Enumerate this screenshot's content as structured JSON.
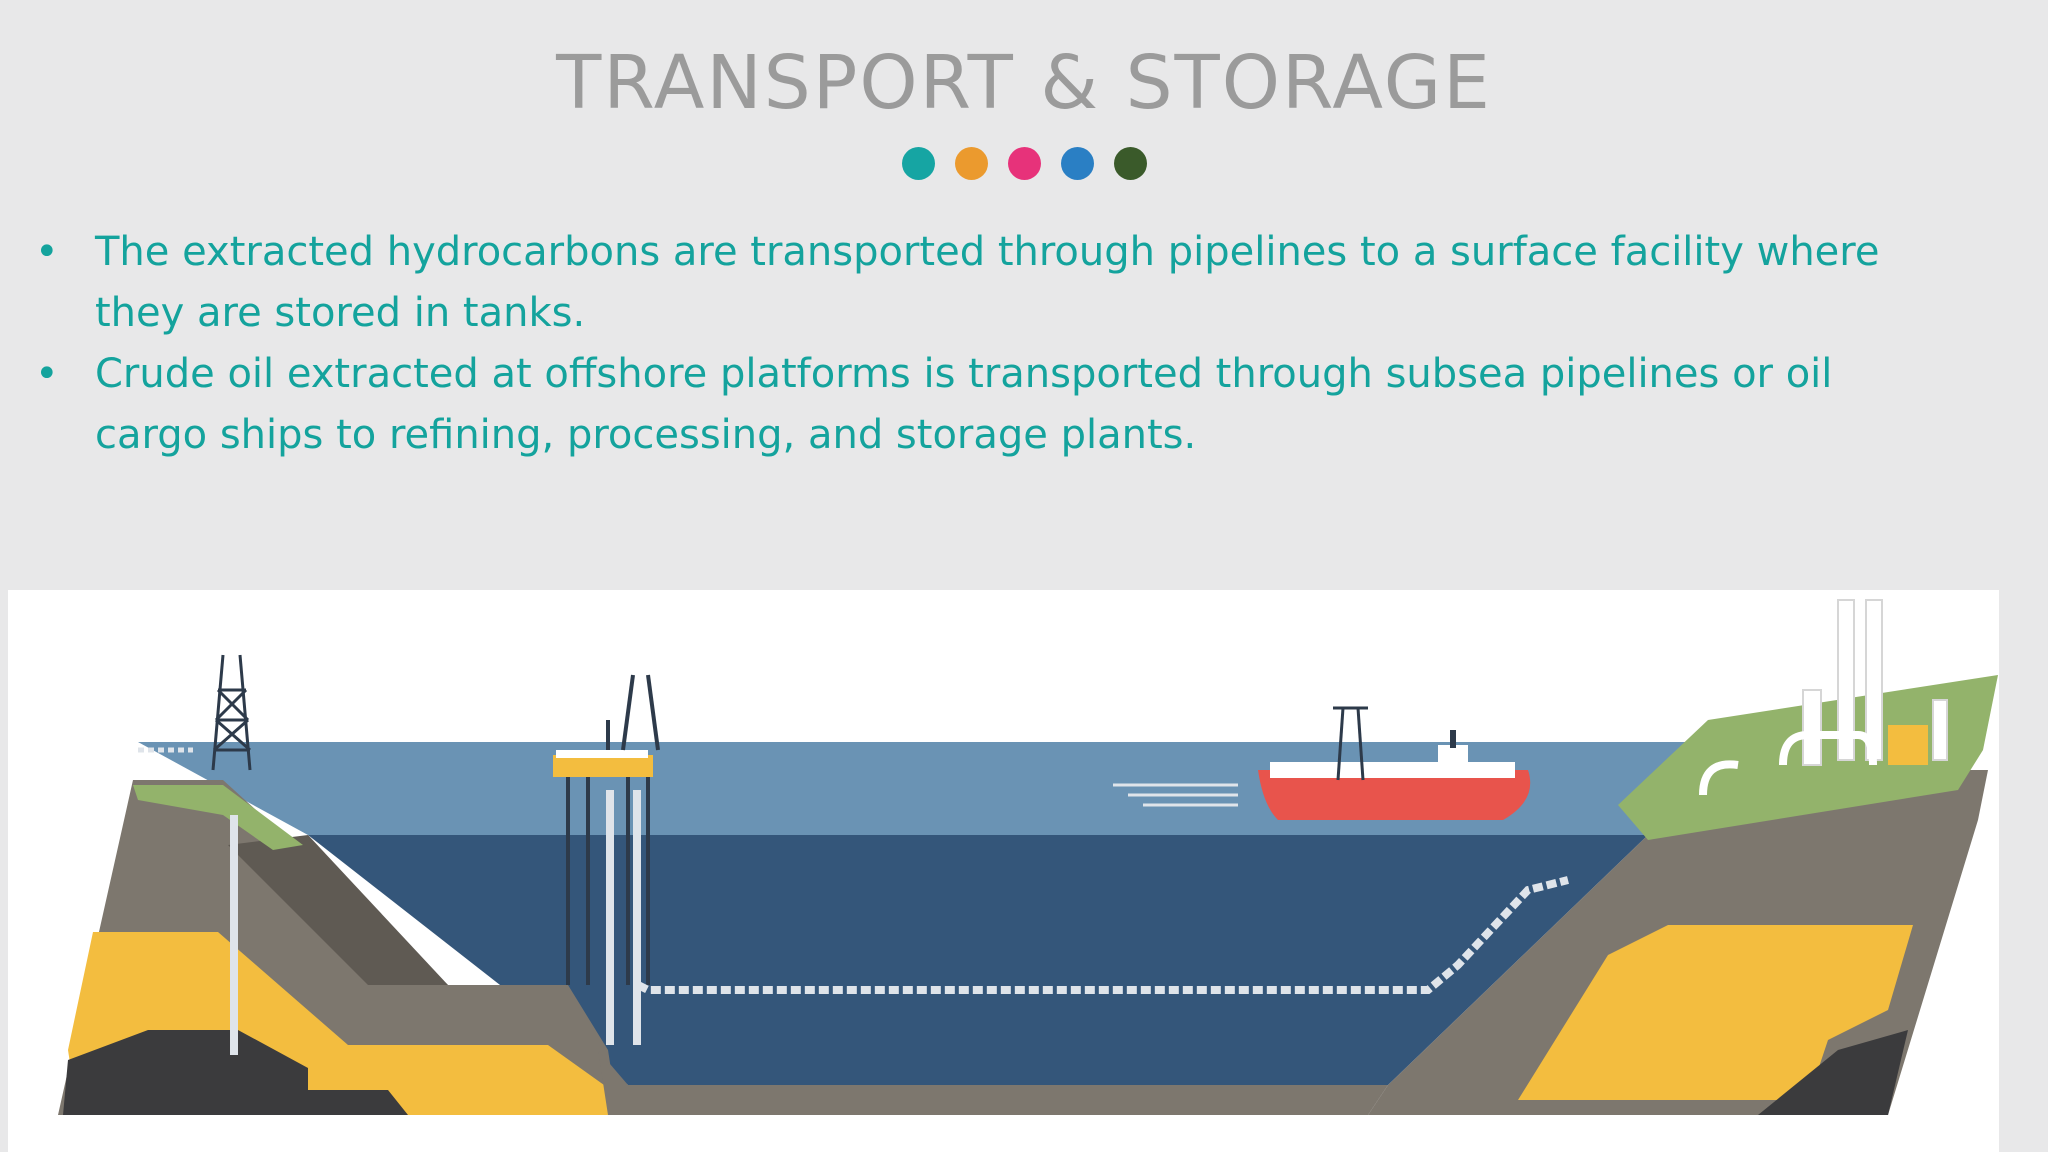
{
  "slide": {
    "title": "TRANSPORT & STORAGE",
    "accent_dots": [
      "#16a5a3",
      "#eb9a2e",
      "#e7327a",
      "#2a7fc4",
      "#3a5a2a"
    ],
    "text_color": "#14a39d",
    "bullets": [
      {
        "text": "The extracted hydrocarbons are transported through pipelines to a surface facility where they are stored in tanks."
      },
      {
        "text": "Crude oil extracted at offshore platforms is transported through subsea pipelines or oil cargo ships to refining, processing, and storage plants."
      }
    ]
  },
  "illustration": {
    "colors": {
      "sea_surface": "#6a93b4",
      "sea_deep": "#34567a",
      "rock": "#7d776e",
      "rock_dark": "#5f5a53",
      "oil_layer": "#f3bd3f",
      "bedrock": "#3b3b3d",
      "grass": "#93b36b",
      "ship_hull": "#e8544c",
      "pipe": "#dfe4ea"
    },
    "icons": [
      "onshore-derrick-icon",
      "offshore-platform-icon",
      "oil-tanker-icon",
      "refinery-icon",
      "subsea-pipeline-icon"
    ]
  }
}
